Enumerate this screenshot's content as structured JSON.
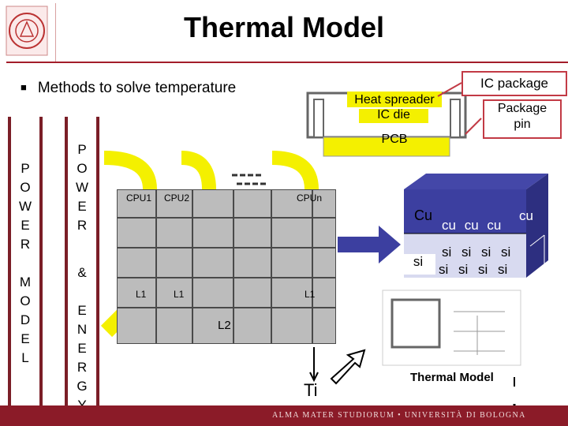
{
  "title": "Thermal Model",
  "bullet": "Methods to solve temperature",
  "left_column": [
    "P",
    "O",
    "W",
    "E",
    "R",
    "",
    "M",
    "O",
    "D",
    "E",
    "L"
  ],
  "mid_column_top": [
    "P",
    "O",
    "W",
    "E",
    "R"
  ],
  "mid_amp": "&",
  "mid_column_bottom": [
    "E",
    "N",
    "E",
    "R",
    "G",
    "Y"
  ],
  "package": {
    "ic_package": "IC package",
    "heat_spreader": "Heat spreader",
    "ic_die": "IC die",
    "package_pin": "Package\npin",
    "pcb": "PCB"
  },
  "chip": {
    "cpu1": "CPU1",
    "cpu2": "CPU2",
    "cpun": "CPUn",
    "l1_a": "L1",
    "l1_b": "L1",
    "l1_c": "L1",
    "l2": "L2",
    "ti": "Ti"
  },
  "cube": {
    "cu_main": "Cu",
    "cu_small": [
      "cu",
      "cu",
      "cu",
      "cu"
    ],
    "si_main": "si",
    "si_row1": [
      "si",
      "si",
      "si",
      "si"
    ],
    "si_row2": [
      "si",
      "si",
      "si",
      "si"
    ]
  },
  "thermal_model_caption": "Thermal Model",
  "footer": "ALMA MATER STUDIORUM • UNIVERSITÀ DI BOLOGNA",
  "colors": {
    "accent": "#8b1b28",
    "yellow": "#f4f000",
    "cube": "#3c3fa0",
    "grid": "#bcbcbc"
  }
}
